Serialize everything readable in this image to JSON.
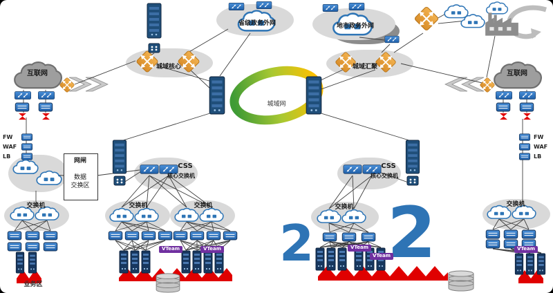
{
  "top": {
    "provincial_cloud": "省级政务外网",
    "city_cloud": "地市政务外网"
  },
  "core": {
    "metro_core": "城域核心",
    "metro_agg": "城域汇聚",
    "ring_label": "城域网"
  },
  "internet": {
    "left": "互联网",
    "right": "互联网"
  },
  "exchange": {
    "gate": "网闸",
    "zone_line1": "数据",
    "zone_line2": "交换区"
  },
  "css_left": {
    "title": "CSS",
    "subtitle": "核心交换机"
  },
  "css_right": {
    "title": "CSS",
    "subtitle": "核心交换机"
  },
  "switch_groups": [
    {
      "label": "交换机"
    },
    {
      "label": "交换机"
    },
    {
      "label": "交换机"
    },
    {
      "label": "交换机"
    },
    {
      "label": "交换机"
    }
  ],
  "security_left": {
    "l1": "FW",
    "l2": "WAF",
    "l3": "LB"
  },
  "security_right": {
    "l1": "FW",
    "l2": "WAF",
    "l3": "LB"
  },
  "chips": {
    "label": "VTeam"
  },
  "markers": {
    "m1": "2",
    "m2": "2"
  },
  "zones": {
    "bottom_left": "业务区"
  },
  "icons": {
    "router": "orange-diamond-cross-arrows",
    "switch": "blue-box-double-arrows",
    "cloud": "blue-outline-cloud-with-modules",
    "internet-cloud": "gray-cloud",
    "server": "dark-blue-server-tower",
    "database": "gray-cylinder-stack",
    "factory": "gray-building",
    "red-link": "red-hourglass"
  },
  "colors": {
    "router_orange": "#E8A33D",
    "device_blue": "#2E75B6",
    "dark_blue": "#1F4E79",
    "alert_red": "#E00000",
    "chip_purple": "#7030A0",
    "ring_green": "#3F9B35",
    "ring_yellow": "#FFC000",
    "blob_gray": "#D9D9D9"
  }
}
